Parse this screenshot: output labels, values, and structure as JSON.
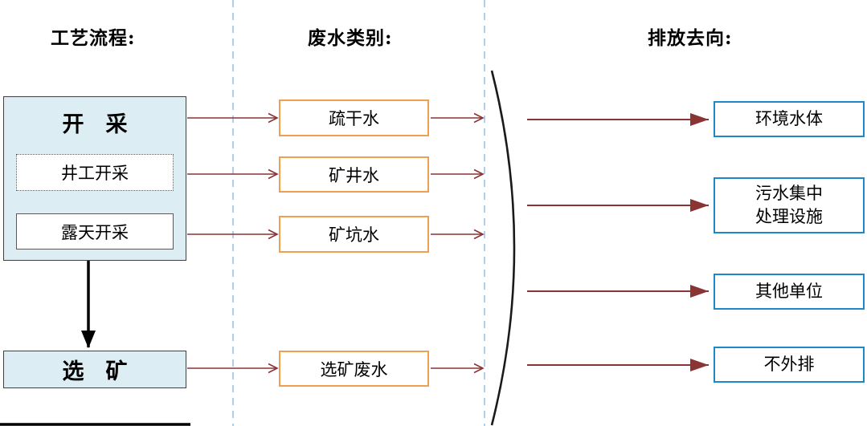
{
  "headers": {
    "process": "工艺流程:",
    "wastewater": "废水类别:",
    "discharge": "排放去向:"
  },
  "process": {
    "mining_title": "开　采",
    "underground": "井工开采",
    "open_pit": "露天开采",
    "beneficiation_title": "选　矿"
  },
  "wastewater": {
    "items": [
      "疏干水",
      "矿井水",
      "矿坑水",
      "选矿废水"
    ]
  },
  "discharge": {
    "items": [
      "环境水体",
      "污水集中\n处理设施",
      "其他单位",
      "不外排"
    ]
  },
  "colors": {
    "arrow_maroon": "#8a3434",
    "arrow_black": "#000000",
    "process_box_fill": "#dcedf4",
    "process_box_border": "#404040",
    "wastewater_box_border": "#f09f50",
    "discharge_box_border": "#1d88c7",
    "dashed_divider": "#9dc3e6"
  }
}
